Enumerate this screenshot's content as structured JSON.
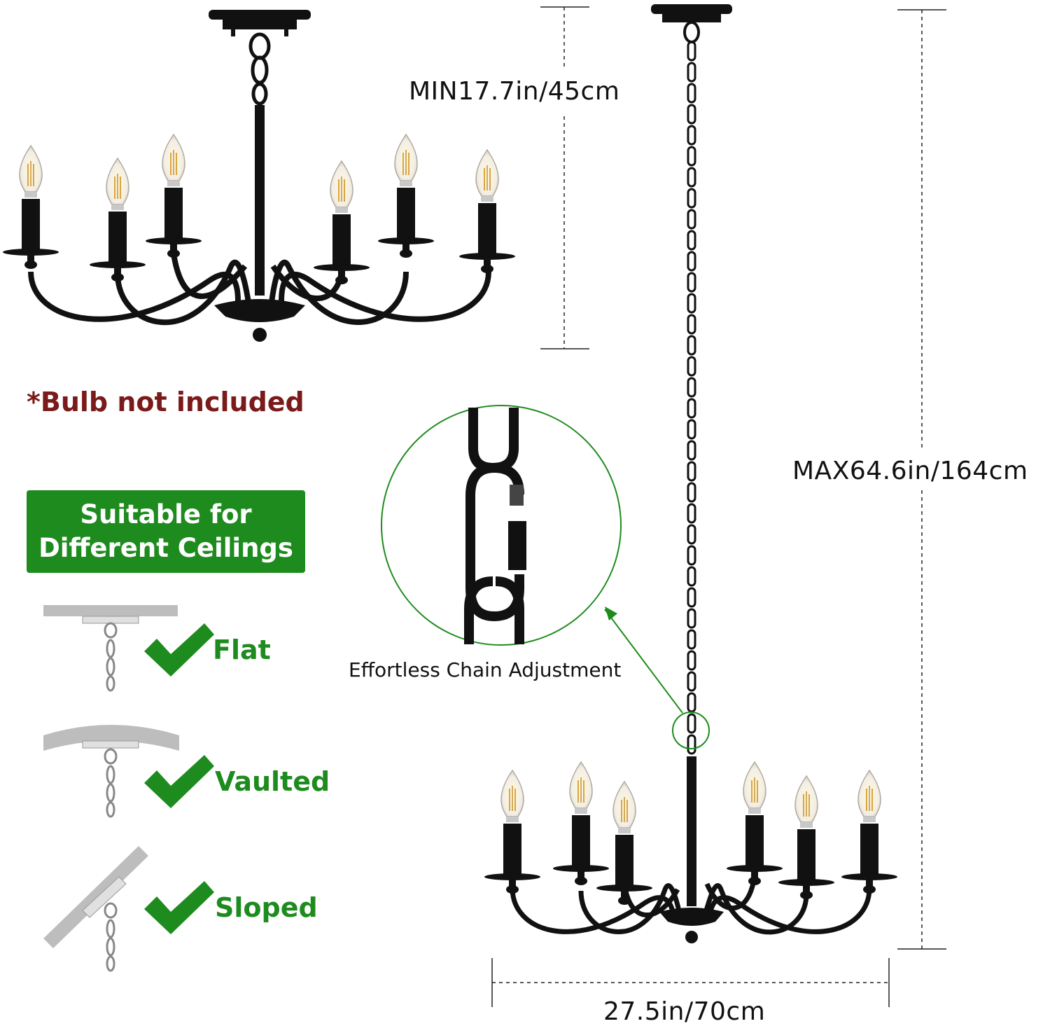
{
  "dimensions": {
    "min_height": "MIN17.7in/45cm",
    "max_height": "MAX64.6in/164cm",
    "width": "27.5in/70cm"
  },
  "note": "*Bulb not included",
  "ceilings": {
    "title_line1": "Suitable for",
    "title_line2": "Different Ceilings",
    "types": [
      "Flat",
      "Vaulted",
      "Sloped"
    ]
  },
  "chain_caption": "Effortless Chain Adjustment",
  "colors": {
    "accent_green": "#1e8b1e",
    "note_red": "#7a1a1a",
    "fixture_black": "#111111",
    "ceiling_gray": "#bdbdbd"
  },
  "icons": [
    "chandelier-icon",
    "checkmark-icon",
    "chain-link-icon",
    "ceiling-mount-icon"
  ]
}
